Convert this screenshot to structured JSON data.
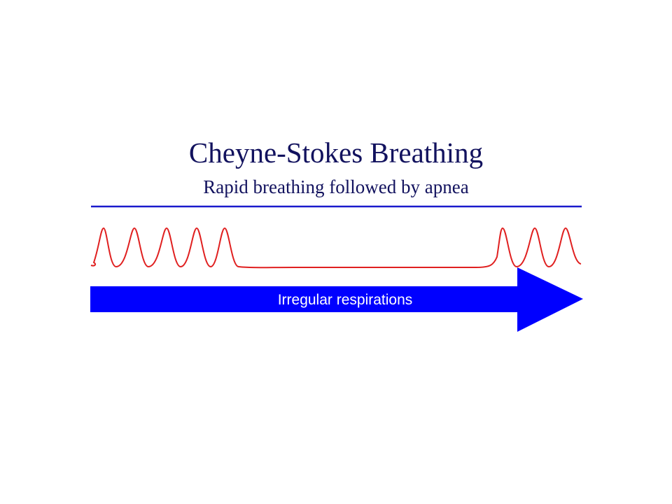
{
  "title": "Cheyne-Stokes Breathing",
  "subtitle": "Rapid breathing followed by apnea",
  "arrow_label": "Irregular respirations",
  "colors": {
    "title": "#12125e",
    "divider": "#1a1acc",
    "waveform": "#e02020",
    "arrow": "#0000ff",
    "arrow_text": "#ffffff",
    "background": "#ffffff"
  }
}
